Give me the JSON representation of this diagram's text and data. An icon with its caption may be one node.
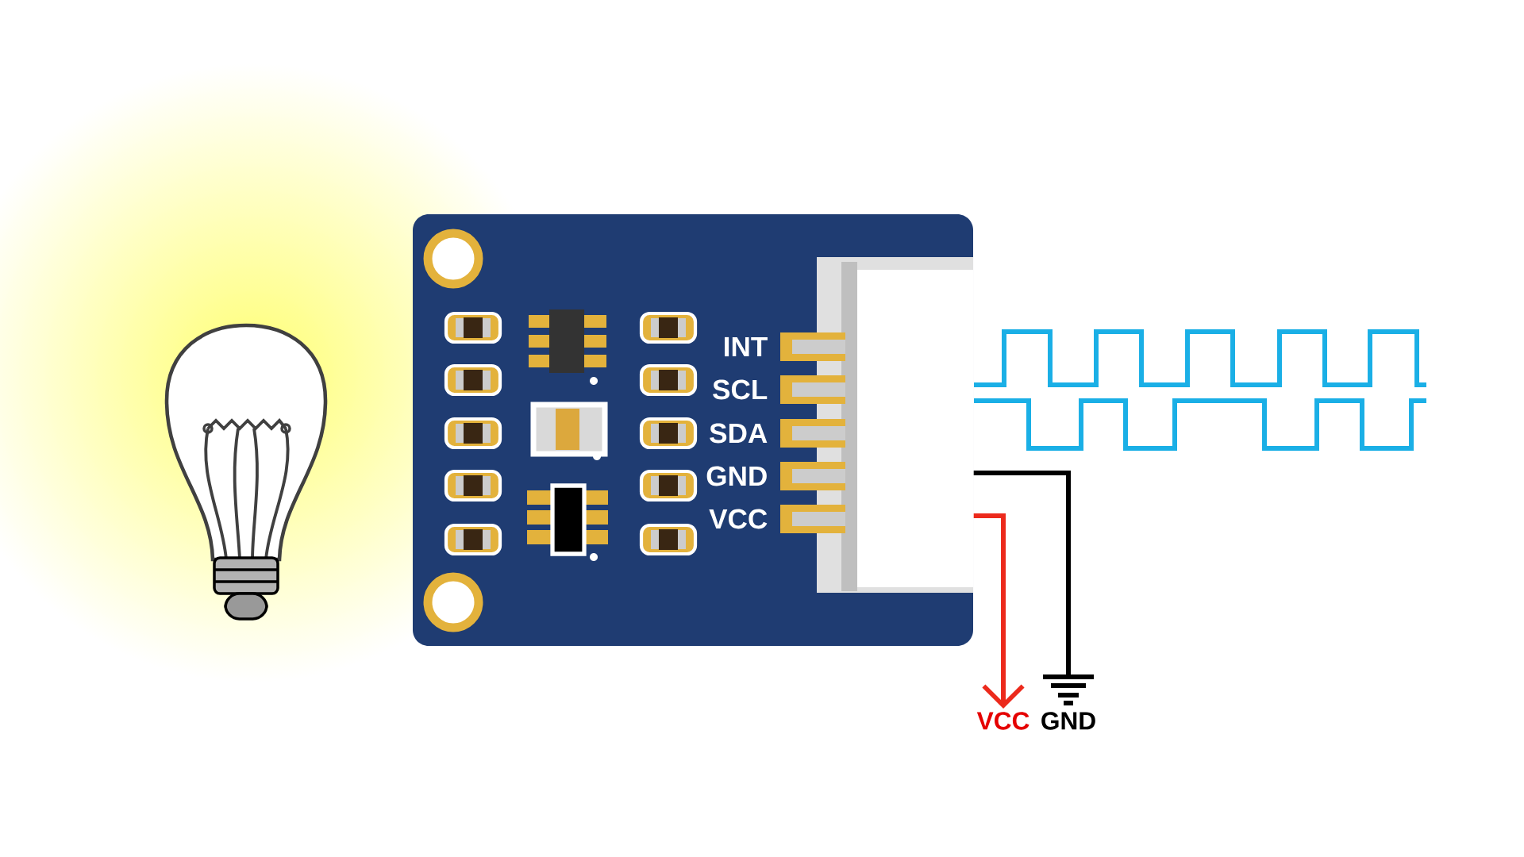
{
  "diagram": {
    "nodes": [
      {
        "text": [],
        "shape": "picture"
      },
      {
        "text": [
          "VCC"
        ]
      },
      {
        "text": [
          "GND"
        ]
      }
    ],
    "edges": [
      {
        "from": 0,
        "to": 1,
        "arrow": "to",
        "color": "#ec2a1c"
      },
      {
        "from": 0,
        "to": 2,
        "arrow": "none",
        "color": "#000000"
      }
    ],
    "labels": [
      "INT",
      "SCL",
      "SDA",
      "GND",
      "VCC"
    ]
  }
}
